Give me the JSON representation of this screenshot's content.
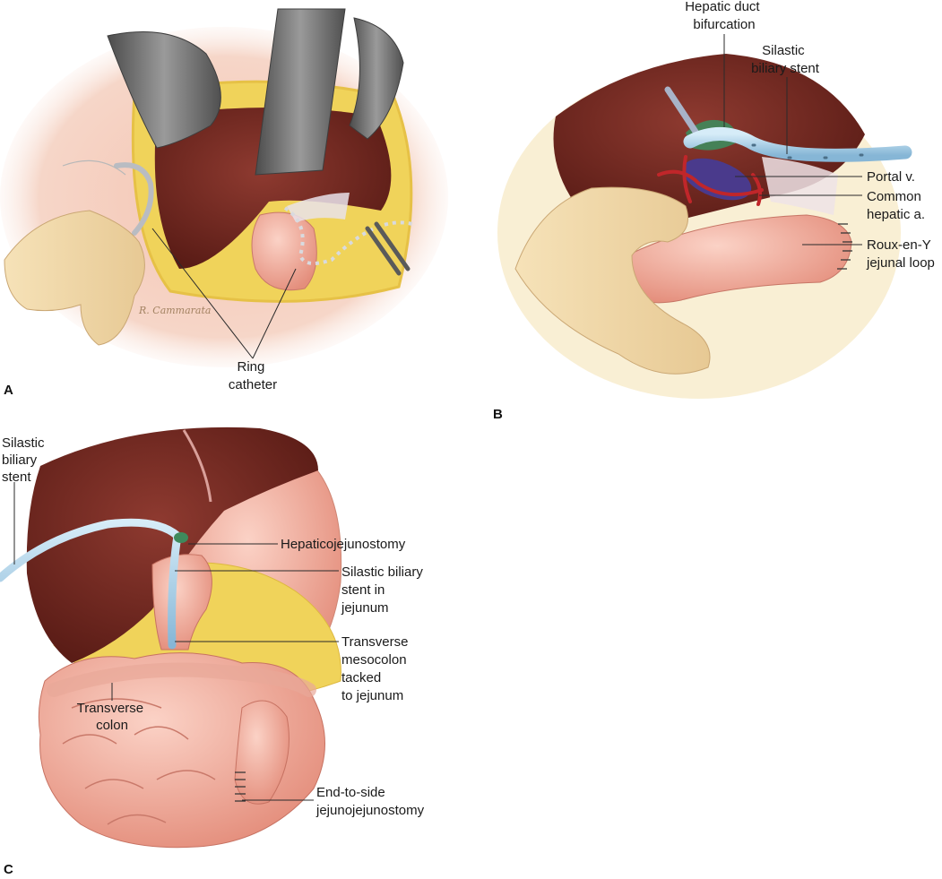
{
  "panels": {
    "a": {
      "letter": "A",
      "labels": {
        "ring_catheter": [
          "Ring",
          "catheter"
        ]
      },
      "signature_text": "R. Cammarata"
    },
    "b": {
      "letter": "B",
      "labels": {
        "hepatic_duct_bifurcation": [
          "Hepatic duct",
          "bifurcation"
        ],
        "silastic_biliary_stent": [
          "Silastic",
          "biliary stent"
        ],
        "portal_v": [
          "Portal v."
        ],
        "common_hepatic_a": [
          "Common",
          "hepatic a."
        ],
        "roux_en_y": [
          "Roux-en-Y",
          "jejunal loop"
        ]
      }
    },
    "c": {
      "letter": "C",
      "labels": {
        "silastic_biliary_stent": [
          "Silastic",
          "biliary",
          "stent"
        ],
        "hepaticojejunostomy": [
          "Hepaticojejunostomy"
        ],
        "stent_in_jejunum": [
          "Silastic biliary",
          "stent in",
          "jejunum"
        ],
        "transverse_mesocolon": [
          "Transverse",
          "mesocolon",
          "tacked",
          "to jejunum"
        ],
        "transverse_colon": [
          "Transverse",
          "colon"
        ],
        "jejunojejunostomy": [
          "End-to-side",
          "jejunojejunostomy"
        ]
      }
    }
  },
  "colors": {
    "liver": "#7a2a22",
    "liver_dark": "#4e1712",
    "skin": "#f2c9b8",
    "fat": "#f0d35a",
    "bowel": "#f2a99a",
    "stent": "#a9cfe8",
    "portal_vein": "#4a3a8c",
    "artery": "#c0262a",
    "retractor": "#6d6d6d"
  }
}
